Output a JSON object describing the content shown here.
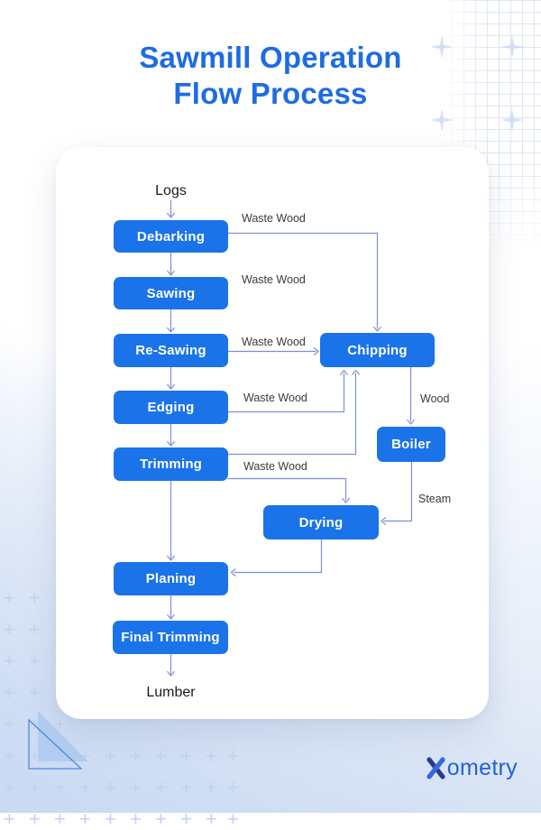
{
  "title": {
    "line1": "Sawmill Operation",
    "line2": "Flow Process"
  },
  "flowchart": {
    "start_label": "Logs",
    "end_label": "Lumber",
    "nodes": [
      {
        "id": "debarking",
        "label": "Debarking"
      },
      {
        "id": "sawing",
        "label": "Sawing"
      },
      {
        "id": "resawing",
        "label": "Re-Sawing"
      },
      {
        "id": "edging",
        "label": "Edging"
      },
      {
        "id": "trimming",
        "label": "Trimming"
      },
      {
        "id": "chipping",
        "label": "Chipping"
      },
      {
        "id": "boiler",
        "label": "Boiler"
      },
      {
        "id": "drying",
        "label": "Drying"
      },
      {
        "id": "planing",
        "label": "Planing"
      },
      {
        "id": "final_trimming",
        "label": "Final Trimming"
      }
    ],
    "edge_labels": {
      "debarking_waste": "Waste Wood",
      "sawing_waste": "Waste Wood",
      "resawing_waste": "Waste Wood",
      "edging_waste": "Waste Wood",
      "trimming_waste": "Waste Wood",
      "wood": "Wood",
      "steam": "Steam"
    }
  },
  "branding": {
    "logo_text": "ometry"
  },
  "colors": {
    "node_fill": "#1a73e8",
    "title_blue": "#1e6ce2",
    "connector": "#7e8ed8",
    "logo_navy": "#2b3a8f",
    "logo_blue": "#3069e0",
    "decoration_blue": "#c2d3ef"
  }
}
